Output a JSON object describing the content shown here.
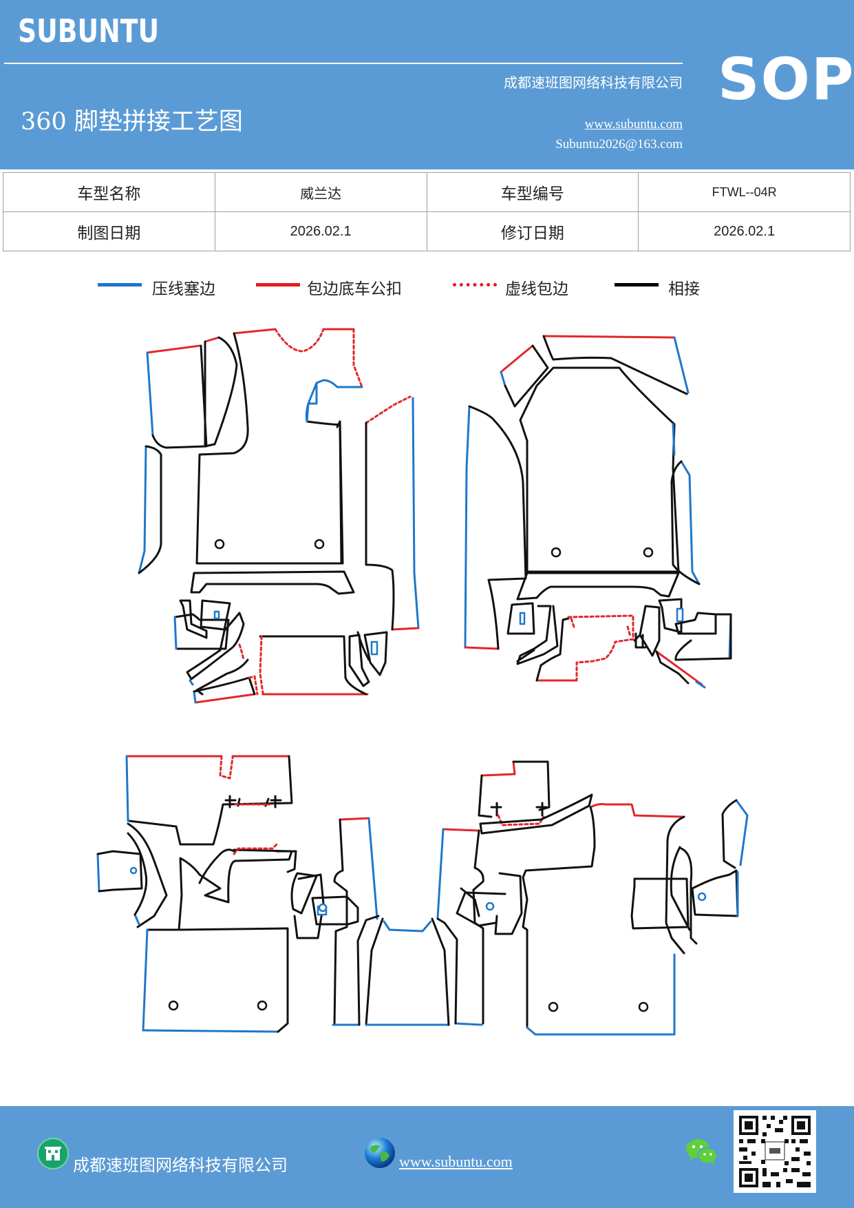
{
  "header": {
    "brand": "SUBUNTU",
    "company": "成都速班图网络科技有限公司",
    "title": "360 脚垫拼接工艺图",
    "website": "www.subuntu.com",
    "email": "Subuntu2026@163.com",
    "badge": "SOP",
    "background": "#5b9bd5"
  },
  "info_table": {
    "rows": [
      [
        "车型名称",
        "威兰达",
        "车型编号",
        "FTWL--04R"
      ],
      [
        "制图日期",
        "2026.02.1",
        "修订日期",
        "2026.02.1"
      ]
    ]
  },
  "legend": [
    {
      "label": "压线塞边",
      "color": "#1f77c9",
      "style": "solid"
    },
    {
      "label": "包边底车公扣",
      "color": "#e8191f",
      "style": "solid"
    },
    {
      "label": "虚线包边",
      "color": "#e8191f",
      "style": "dotted"
    },
    {
      "label": "相接",
      "color": "#000000",
      "style": "solid"
    }
  ],
  "footer": {
    "company": "成都速班图网络科技有限公司",
    "website": "www.subuntu.com",
    "icons": [
      "building-icon",
      "globe-icon",
      "wechat-icon",
      "qr-code"
    ]
  }
}
